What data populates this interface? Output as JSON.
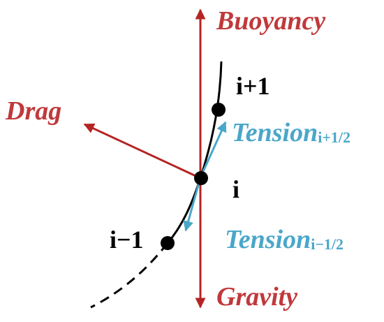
{
  "colors": {
    "force": "#b52424",
    "tension": "#4aa7c9",
    "rope": "#000000",
    "node": "#000000",
    "label_red": "#c0393b"
  },
  "forces": {
    "buoyancy": "Buoyancy",
    "gravity": "Gravity",
    "drag": "Drag"
  },
  "tension": {
    "upper_main": "Tension",
    "upper_sub": "i+1/2",
    "lower_main": "Tension",
    "lower_sub": "i−1/2"
  },
  "nodes": {
    "upper": "i+1",
    "middle": "i",
    "lower": "i−1"
  }
}
